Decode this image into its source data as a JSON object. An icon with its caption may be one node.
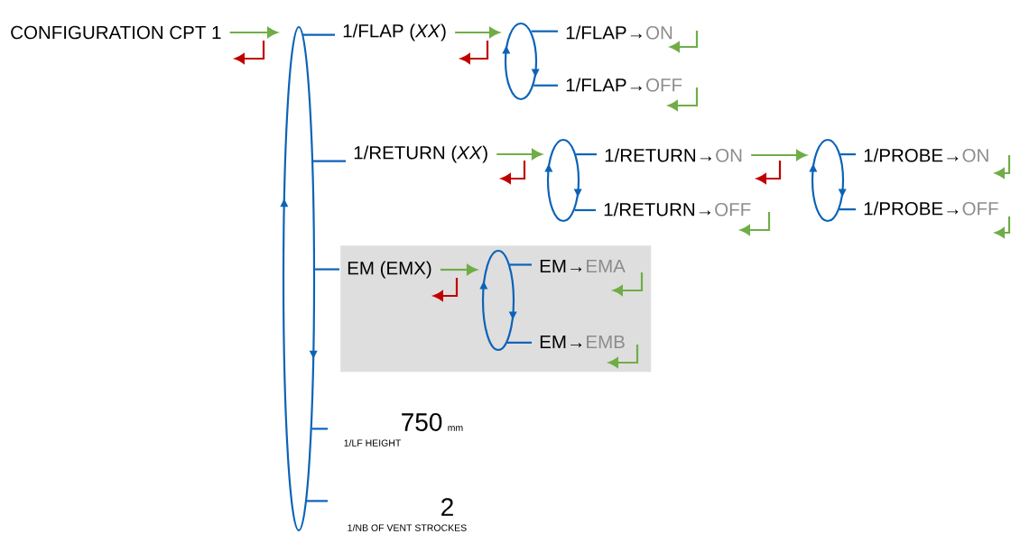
{
  "diagram": {
    "nodes": [
      {
        "text": [
          "CONFIGURATION CPT 1"
        ]
      },
      {
        "text": [],
        "shape": "ellipse"
      },
      {
        "text": [
          "1/FLAP (*XX*)"
        ]
      },
      {
        "text": [],
        "shape": "ellipse"
      },
      {
        "text": [
          "1/FLAP→",
          "ON"
        ]
      },
      {
        "text": [
          "1/FLAP→",
          "OFF"
        ]
      },
      {
        "text": [
          "1/RETURN (*XX*)"
        ]
      },
      {
        "text": [],
        "shape": "ellipse"
      },
      {
        "text": [
          "1/RETURN→",
          "ON"
        ]
      },
      {
        "text": [
          "1/RETURN→",
          "OFF"
        ]
      },
      {
        "text": [],
        "shape": "ellipse"
      },
      {
        "text": [
          "1/PROBE→",
          "ON"
        ]
      },
      {
        "text": [
          "1/PROBE→",
          "OFF"
        ]
      },
      {
        "text": [],
        "shape": "box"
      },
      {
        "text": [
          "EM (EMX)"
        ],
        "in": 13
      },
      {
        "text": [],
        "shape": "ellipse",
        "in": 13
      },
      {
        "text": [
          "EM→",
          "EMA"
        ],
        "in": 13
      },
      {
        "text": [
          "EM→",
          "EMB"
        ],
        "in": 13
      },
      {
        "text": [
          "750",
          "mm",
          "1/LF HEIGHT"
        ]
      },
      {
        "text": [
          "2",
          "1/NB OF VENT STROCKES"
        ]
      }
    ],
    "edges": [
      {
        "from": 0,
        "to": 1,
        "arrow": "to",
        "color": "#70ad47"
      },
      {
        "from": 1,
        "to": 2,
        "arrow": "none"
      },
      {
        "from": 1,
        "to": 6,
        "arrow": "none"
      },
      {
        "from": 1,
        "to": 14,
        "arrow": "none"
      },
      {
        "from": 1,
        "to": 18,
        "arrow": "none"
      },
      {
        "from": 1,
        "to": 19,
        "arrow": "none"
      },
      {
        "from": 2,
        "to": 3,
        "arrow": "to",
        "color": "#70ad47"
      },
      {
        "from": 3,
        "to": 4,
        "arrow": "none"
      },
      {
        "from": 3,
        "to": 5,
        "arrow": "none"
      },
      {
        "from": 6,
        "to": 7,
        "arrow": "to",
        "color": "#70ad47"
      },
      {
        "from": 7,
        "to": 8,
        "arrow": "none"
      },
      {
        "from": 7,
        "to": 9,
        "arrow": "none"
      },
      {
        "from": 8,
        "to": 10,
        "arrow": "to",
        "color": "#70ad47"
      },
      {
        "from": 10,
        "to": 11,
        "arrow": "none"
      },
      {
        "from": 10,
        "to": 12,
        "arrow": "none"
      },
      {
        "from": 14,
        "to": 15,
        "arrow": "to",
        "color": "#70ad47"
      },
      {
        "from": 15,
        "to": 16,
        "arrow": "none"
      },
      {
        "from": 15,
        "to": 17,
        "arrow": "none"
      }
    ]
  }
}
